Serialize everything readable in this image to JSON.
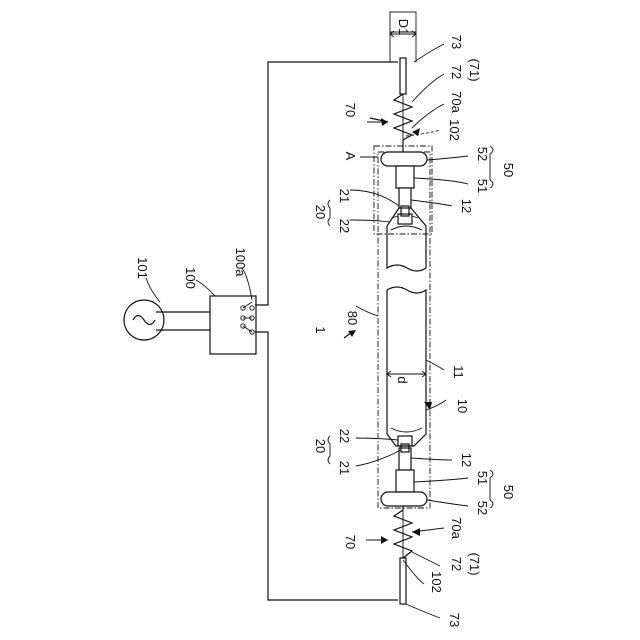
{
  "diagram": {
    "colors": {
      "line": "#111111",
      "background": "#ffffff"
    },
    "labels": {
      "d1": "D1",
      "n73_top": "73",
      "n72_top": "72",
      "n71_top": "(71)",
      "n70a_top": "70a",
      "n70_top": "70",
      "n102_top": "102",
      "nA": "A",
      "n52_top": "52",
      "n51_top": "51",
      "n50_top": "50",
      "n12_top": "12",
      "n20_top": "20",
      "n21_top": "21",
      "n22_top": "22",
      "n101": "101",
      "n100": "100",
      "n100a": "100a",
      "n80": "80",
      "n1": "1",
      "nd": "d",
      "n11": "11",
      "n10": "10",
      "n20_bot": "20",
      "n22_bot": "22",
      "n21_bot": "21",
      "n12_bot": "12",
      "n51_bot": "51",
      "n52_bot": "52",
      "n50_bot": "50",
      "n70_bot": "70",
      "n70a_bot": "70a",
      "n72_bot": "72",
      "n71_bot": "(71)",
      "n102_bot": "102",
      "n73_bot": "73"
    }
  }
}
